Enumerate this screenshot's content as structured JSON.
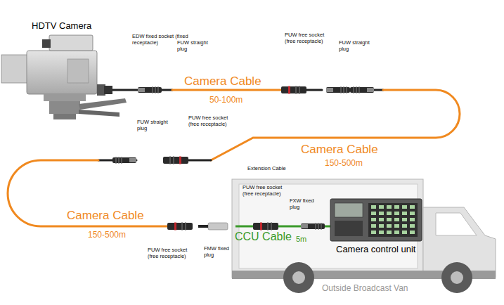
{
  "diagram": {
    "labels": [
      "HDTV Camera",
      "EDW fixed socket (fixed receptacle)",
      "FUW straight plug",
      "Camera Cable",
      "50-100m",
      "PUW free socket (free receptacle)",
      "FUW straight plug",
      "FUW straight plug",
      "PUW free socket (free receptacle)",
      "Camera Cable",
      "150-500m",
      "Extension Cable",
      "Camera Cable",
      "150-500m",
      "PUW free socket (free receptacle)",
      "FXW fixed plug",
      "CCU Cable",
      "5m",
      "Camera control unit",
      "PUW free socket (free receptacle)",
      "FMW fixed plug",
      "Outside Broadcast Van"
    ]
  }
}
